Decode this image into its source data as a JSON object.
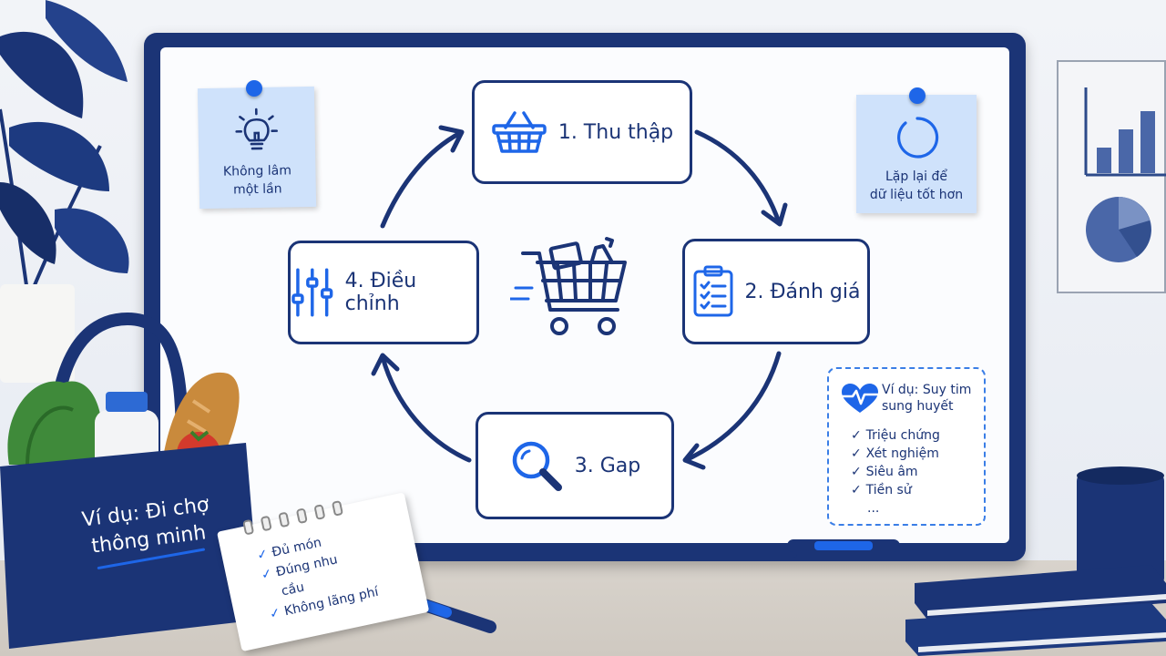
{
  "steps": [
    {
      "label": "1. Thu thập",
      "icon": "basket-icon"
    },
    {
      "label": "2. Đánh giá",
      "icon": "clipboard-icon"
    },
    {
      "label": "3. Gap",
      "icon": "magnifier-icon"
    },
    {
      "label": "4. Điều chỉnh",
      "icon": "sliders-icon"
    }
  ],
  "notes": {
    "left": {
      "line1": "Không lâm",
      "line2": "một lần",
      "icon": "lightbulb-icon"
    },
    "right": {
      "line1": "Lặp lại để",
      "line2": "dữ liệu tốt hơn",
      "icon": "cycle-icon"
    }
  },
  "example_heart": {
    "title_line1": "Ví dụ: Suy tim",
    "title_line2": "sung huyết",
    "items": [
      "Triệu chứng",
      "Xét nghiệm",
      "Siêu âm",
      "Tiền sử",
      "..."
    ],
    "icon": "heart-pulse-icon"
  },
  "basket_label": {
    "line1": "Ví dụ: Đi chợ",
    "line2": "thông minh"
  },
  "notepad": {
    "items": [
      "Đủ món",
      "Đúng nhu",
      "cầu",
      "Không lãng phí"
    ]
  },
  "colors": {
    "navy": "#1b3476",
    "accent": "#1e66e8",
    "note": "#cfe2fb"
  }
}
